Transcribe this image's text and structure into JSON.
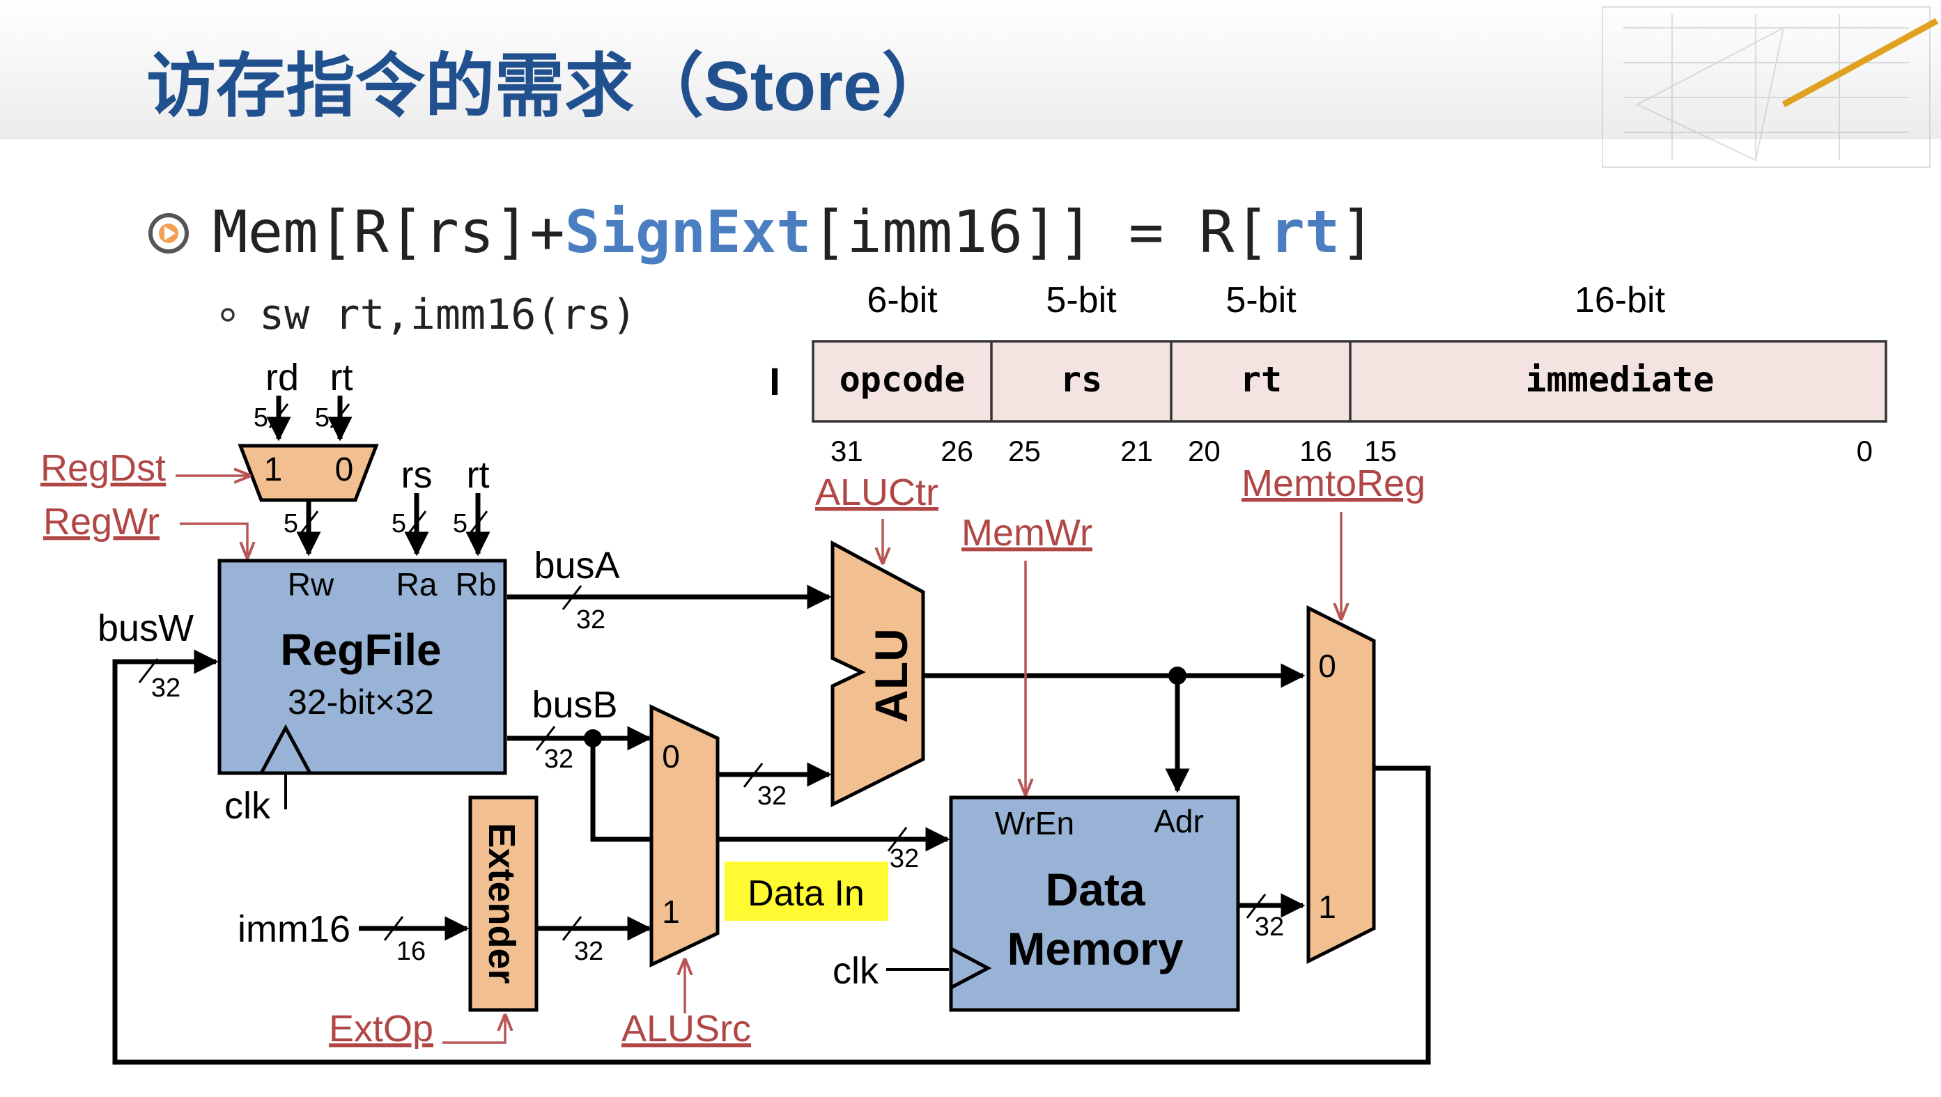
{
  "title": "访存指令的需求（Store）",
  "formula": {
    "lhs_a": "Mem[R[rs]+",
    "signext": "SignExt",
    "lhs_b": "[imm16]] = R[",
    "rt": "rt",
    "end": "]"
  },
  "sub_bullet": "sw rt,imm16(rs)",
  "instruction_format": {
    "type_label": "I",
    "widths": [
      "6-bit",
      "5-bit",
      "5-bit",
      "16-bit"
    ],
    "fields": [
      "opcode",
      "rs",
      "rt",
      "immediate"
    ],
    "bit_positions": [
      "31",
      "26",
      "25",
      "21",
      "20",
      "16",
      "15",
      "0"
    ]
  },
  "control_signals": [
    "RegDst",
    "RegWr",
    "ALUCtr",
    "MemWr",
    "MemtoReg",
    "ExtOp",
    "ALUSrc"
  ],
  "regdst_mux": {
    "in_rd": "rd",
    "in_rt": "rt",
    "in1": "1",
    "in0": "0",
    "w_rd": "5",
    "w_rt": "5",
    "w_out": "5"
  },
  "regfile": {
    "name": "RegFile",
    "size": "32-bit×32",
    "rw": "Rw",
    "ra": "Ra",
    "rb": "Rb",
    "rs": "rs",
    "rt": "rt",
    "w_rs": "5",
    "w_rt": "5"
  },
  "buses": {
    "busA": "busA",
    "busB": "busB",
    "busW": "busW"
  },
  "clk": "clk",
  "alu": {
    "name": "ALU"
  },
  "alusrc_mux": {
    "in0": "0",
    "in1": "1"
  },
  "extender": {
    "name": "Extender",
    "input": "imm16",
    "w_in": "16"
  },
  "data_memory": {
    "line1": "Data",
    "line2": "Memory",
    "wren": "WrEn",
    "adr": "Adr",
    "clk": "clk"
  },
  "data_in_label": "Data In",
  "memtoreg_mux": {
    "in0": "0",
    "in1": "1"
  },
  "bus_width_32": "32",
  "colors": {
    "title": "#21508f",
    "signext": "#4a7ec0",
    "regfile_fill": "#98b3d6",
    "orange_fill": "#f1bf90",
    "control": "#b04646",
    "field_fill": "#f3e4e2",
    "highlight": "#fffa31"
  }
}
